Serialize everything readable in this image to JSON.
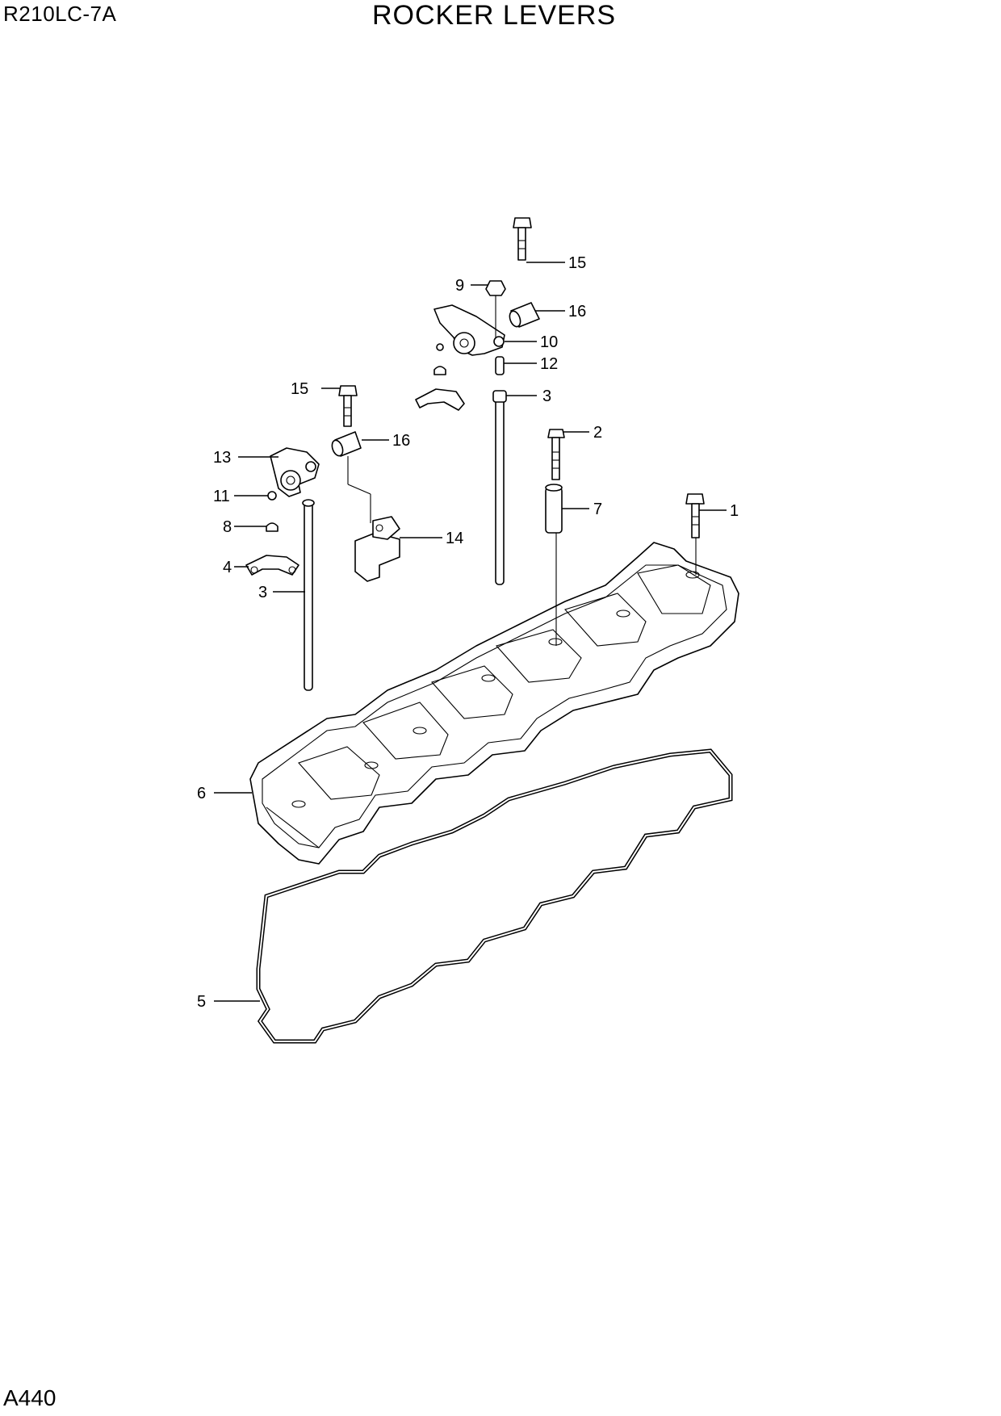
{
  "header": {
    "model": "R210LC-7A",
    "title": "ROCKER LEVERS"
  },
  "footer": {
    "page_code": "A440"
  },
  "callouts": {
    "c15_top": "15",
    "c9": "9",
    "c16_top": "16",
    "c10": "10",
    "c12": "12",
    "c3_top": "3",
    "c15_left": "15",
    "c2": "2",
    "c13": "13",
    "c16_left": "16",
    "c11": "11",
    "c7": "7",
    "c1": "1",
    "c8": "8",
    "c14": "14",
    "c4": "4",
    "c3_left": "3",
    "c6": "6",
    "c5": "5"
  }
}
